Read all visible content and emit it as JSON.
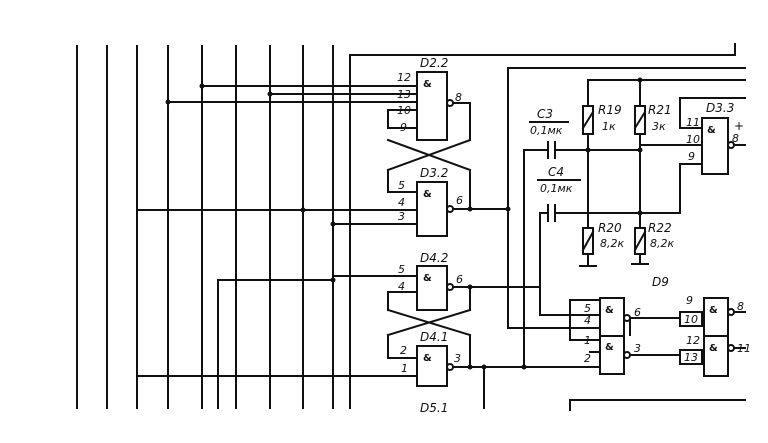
{
  "diagram": {
    "gates": [
      {
        "id": "D2.2",
        "inputs": [
          "12",
          "13",
          "10",
          "9"
        ],
        "output": "8",
        "symbol": "&"
      },
      {
        "id": "D3.2",
        "inputs": [
          "5",
          "4",
          "3"
        ],
        "output": "6",
        "symbol": "&"
      },
      {
        "id": "D4.2",
        "inputs": [
          "5",
          "4"
        ],
        "output": "6",
        "symbol": "&"
      },
      {
        "id": "D4.1",
        "inputs": [
          "2",
          "1"
        ],
        "output": "3",
        "symbol": "&"
      },
      {
        "id": "D3.3",
        "inputs": [
          "11",
          "10",
          "9"
        ],
        "output": "8",
        "symbol": "&"
      },
      {
        "id": "",
        "inputs": [
          "5",
          "4",
          "1",
          "2"
        ],
        "outputs": [
          "6",
          "3"
        ],
        "symbol": "&"
      },
      {
        "id": "",
        "inputs": [
          "9",
          "10"
        ],
        "output": "8",
        "symbol": "&"
      },
      {
        "id": "",
        "inputs": [
          "12",
          "13"
        ],
        "output": "11",
        "symbol": "&"
      }
    ],
    "capacitors": [
      {
        "ref": "C3",
        "value": "0,1мк"
      },
      {
        "ref": "C4",
        "value": "0,1мк"
      }
    ],
    "resistors": [
      {
        "ref": "R19",
        "value": "1к"
      },
      {
        "ref": "R21",
        "value": "3к"
      },
      {
        "ref": "R20",
        "value": "8,2к"
      },
      {
        "ref": "R22",
        "value": "8,2к"
      }
    ],
    "diode_label": "D9",
    "bottom_label": "D5.1",
    "plus_sign": "+"
  }
}
